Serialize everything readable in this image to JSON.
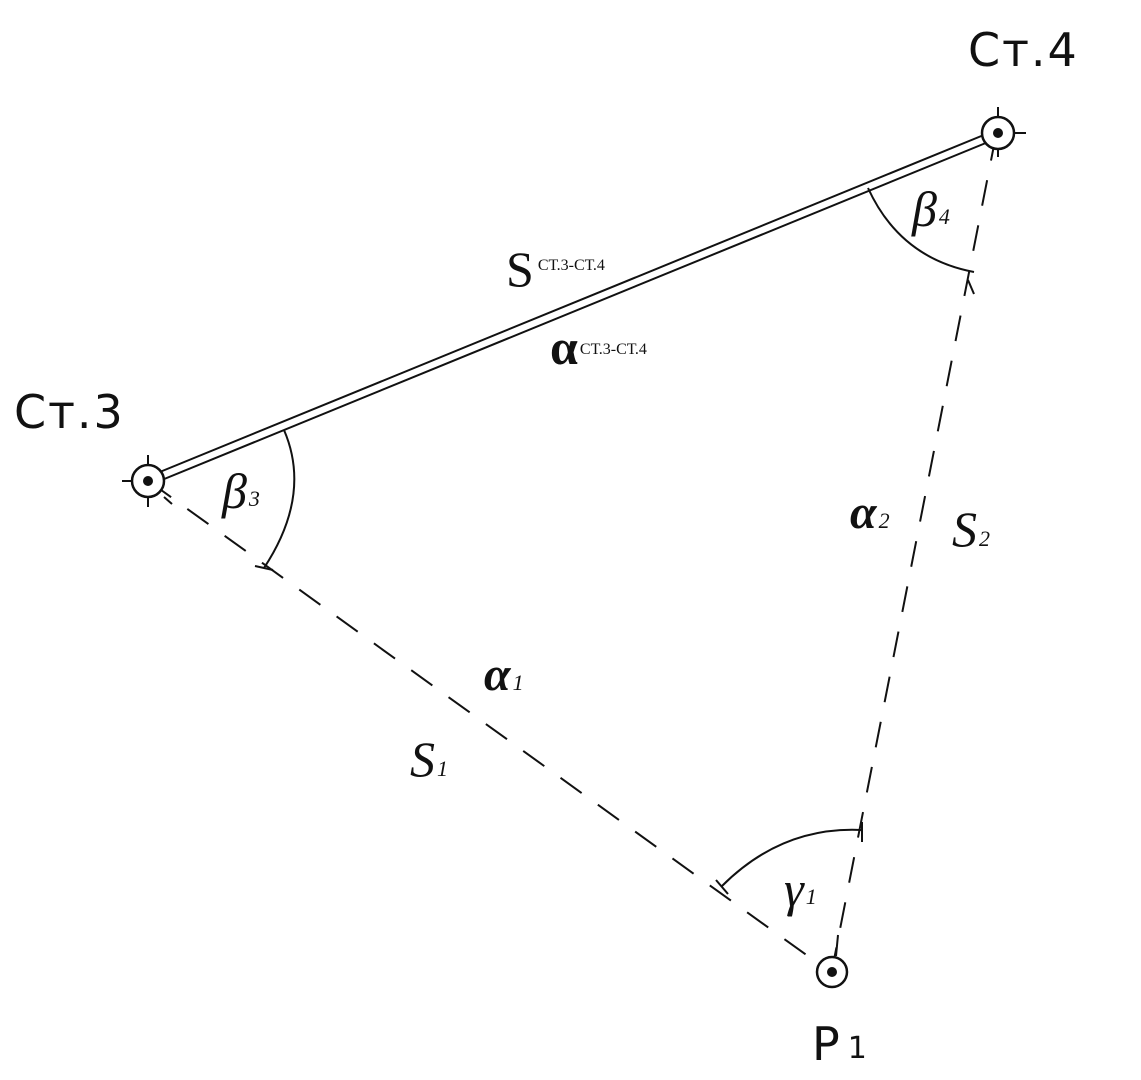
{
  "diagram": {
    "stations": {
      "st3": {
        "label": "Ст.3"
      },
      "st4": {
        "label": "Ст.4"
      },
      "p1": {
        "label_main": "P",
        "label_sub": "1"
      }
    },
    "base_line": {
      "distance_symbol": "S",
      "distance_subscript": "СТ.3-СТ.4",
      "azimuth_symbol": "α",
      "azimuth_subscript": "СТ.3-СТ.4"
    },
    "angles": {
      "beta3": {
        "symbol": "β",
        "subscript": "3"
      },
      "beta4": {
        "symbol": "β",
        "subscript": "4"
      },
      "gamma1": {
        "symbol": "γ",
        "subscript": "1"
      }
    },
    "side1": {
      "azimuth_symbol": "α",
      "azimuth_subscript": "1",
      "distance_symbol": "S",
      "distance_subscript": "1"
    },
    "side2": {
      "azimuth_symbol": "α",
      "azimuth_subscript": "2",
      "distance_symbol": "S",
      "distance_subscript": "2"
    }
  }
}
